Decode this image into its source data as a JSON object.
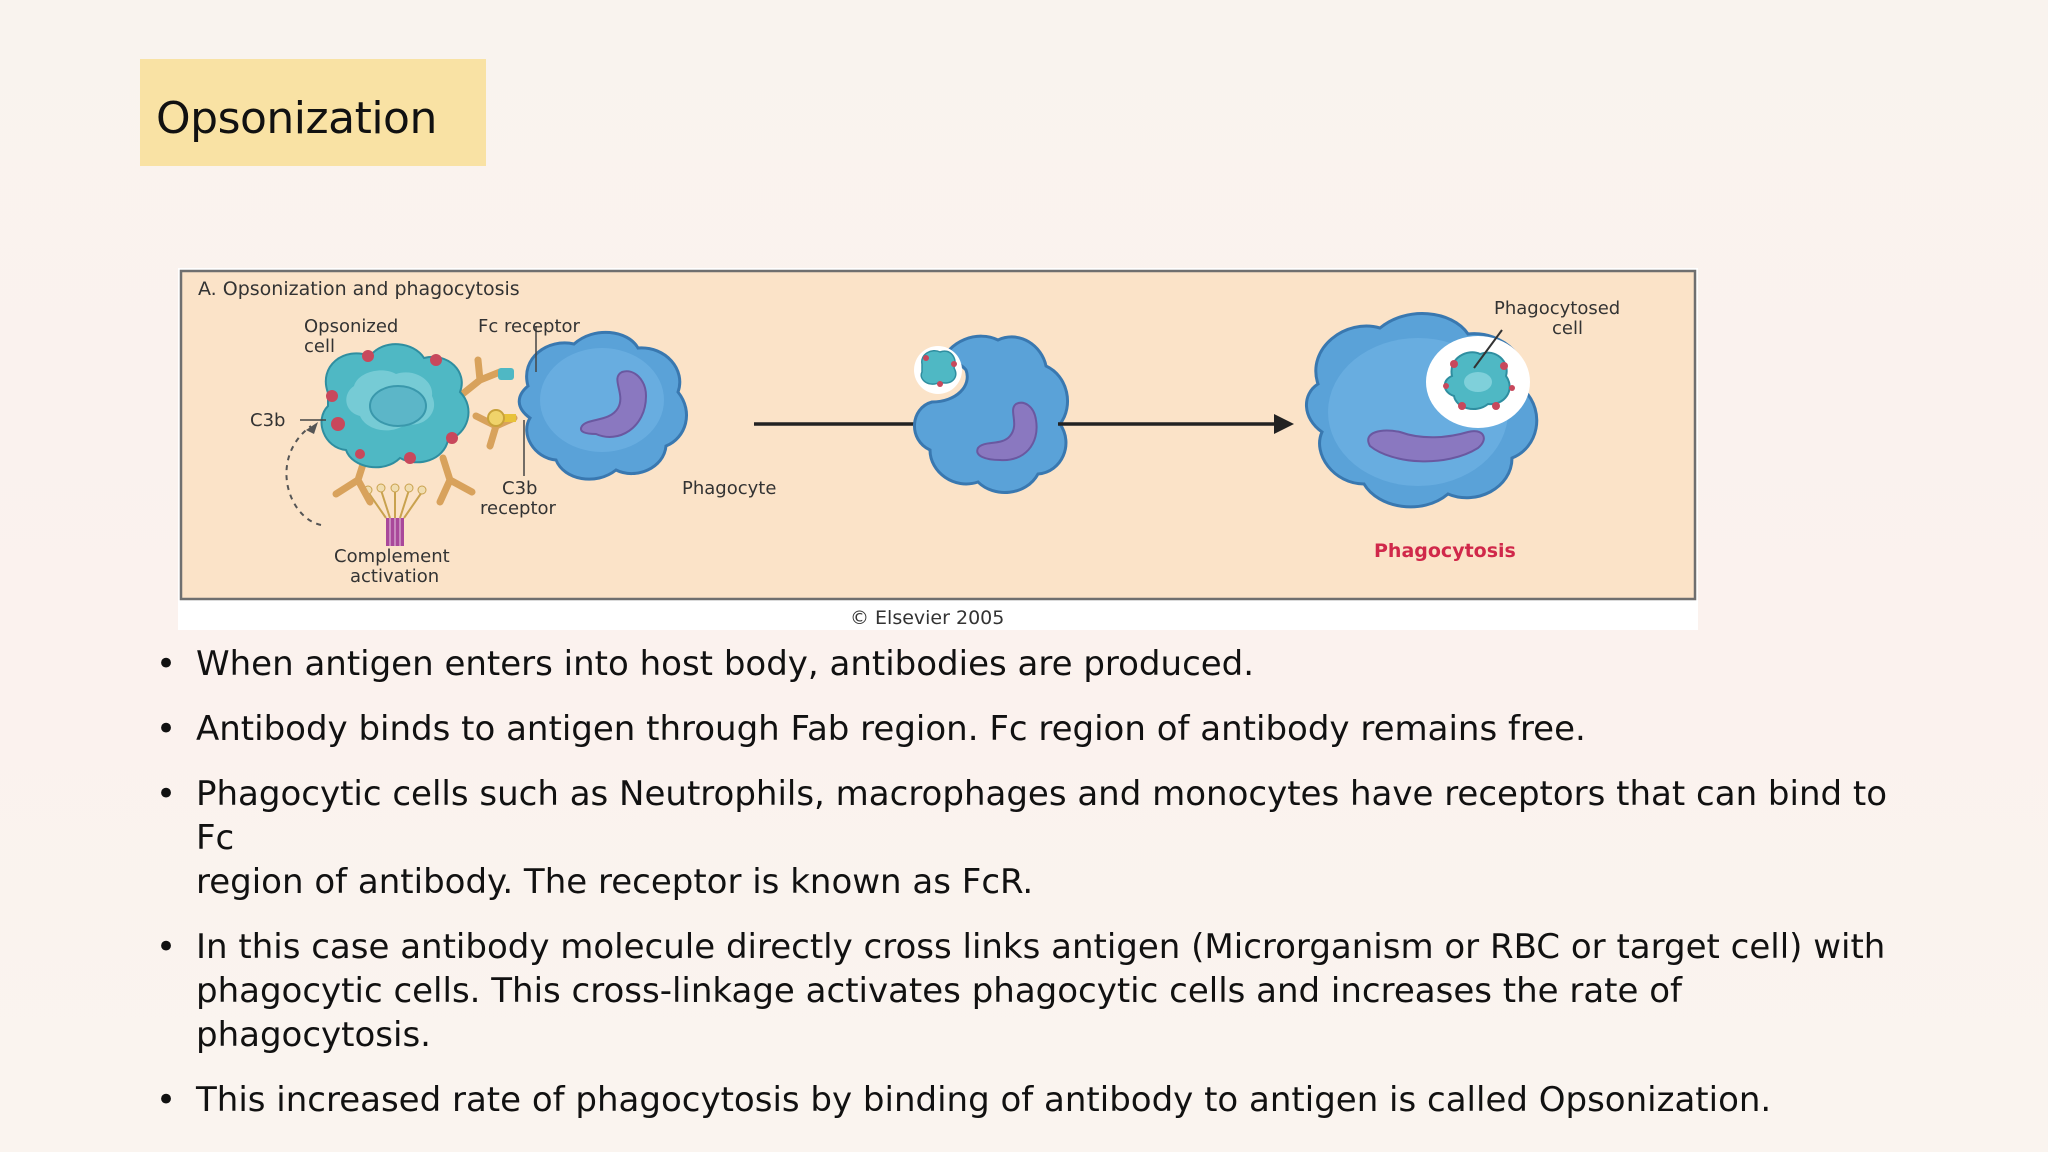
{
  "slide": {
    "title": "Opsonization"
  },
  "figure": {
    "panel_title": "A. Opsonization and phagocytosis",
    "labels": {
      "opsonized_cell_line1": "Opsonized",
      "opsonized_cell_line2": "cell",
      "fc_receptor": "Fc receptor",
      "c3b": "C3b",
      "c3b_receptor_line1": "C3b",
      "c3b_receptor_line2": "receptor",
      "phagocyte": "Phagocyte",
      "complement_line1": "Complement",
      "complement_line2": "activation",
      "phagocytosed_line1": "Phagocytosed",
      "phagocytosed_line2": "cell",
      "phagocytosis": "Phagocytosis",
      "copyright": "© Elsevier 2005"
    },
    "colors": {
      "panel_bg": "#fbe3c8",
      "cell_blue": "#5aa2d8",
      "nucleus_purple": "#8a78c0",
      "antigen_cyan": "#4fb8c4",
      "antibody_orange": "#d8a25c",
      "c3b_red": "#c8485c",
      "phagocytosis_red": "#d0284a"
    }
  },
  "bullets": [
    {
      "marker": "•",
      "line1": "When antigen enters into host body, antibodies are produced.",
      "line2": ""
    },
    {
      "marker": "•",
      "line1": "Antibody binds to antigen through Fab region. Fc region of antibody remains free.",
      "line2": ""
    },
    {
      "marker": "•",
      "line1": "Phagocytic cells such as Neutrophils, macrophages and monocytes have receptors that can bind to Fc",
      "line2": "region of antibody. The receptor is known as FcR."
    },
    {
      "marker": "•",
      "line1": "In this case antibody molecule directly cross links antigen (Microrganism or RBC or target cell) with",
      "line2": "phagocytic cells. This cross-linkage activates phagocytic cells and increases the rate of phagocytosis."
    },
    {
      "marker": "•",
      "line1": "This increased rate of phagocytosis by binding of antibody to antigen is called Opsonization.",
      "line2": ""
    }
  ]
}
